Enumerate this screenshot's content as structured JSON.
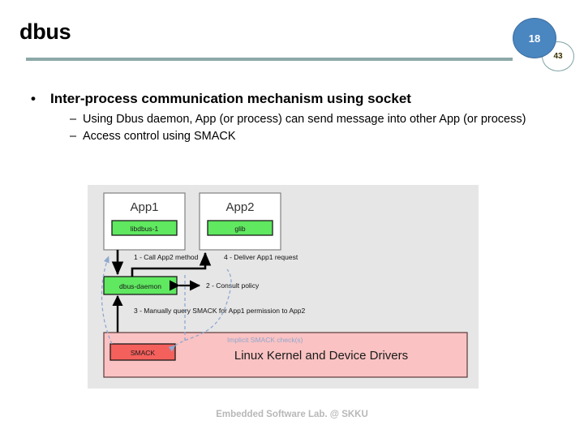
{
  "slide": {
    "title": "dbus",
    "page_badge_primary": "18",
    "page_badge_secondary": "43",
    "accent_rule_color": "#8CA8A8",
    "badge_color": "#4A86C0"
  },
  "content": {
    "bullet1": {
      "marker": "•",
      "text": "Inter-process communication mechanism using socket"
    },
    "sub_bullets": [
      {
        "marker": "–",
        "text": "Using Dbus daemon, App (or process) can send message into other App (or process)"
      },
      {
        "marker": "–",
        "text": "Access control using SMACK"
      }
    ]
  },
  "diagram": {
    "background": "#E6E6E6",
    "app1": {
      "title": "App1",
      "library": "libdbus-1"
    },
    "app2": {
      "title": "App2",
      "library": "glib"
    },
    "daemon": {
      "label": "dbus-daemon"
    },
    "kernel": {
      "label": "Linux Kernel and Device Drivers",
      "module": "SMACK"
    },
    "steps": [
      {
        "id": "1",
        "label": "1 - Call App2 method"
      },
      {
        "id": "4",
        "label": "4 - Deliver App1 request"
      },
      {
        "id": "2",
        "label": "2 - Consult policy"
      },
      {
        "id": "3",
        "label": "3 - Manually query SMACK for App1 permission to App2"
      }
    ],
    "annotation": "Implicit SMACK check(s)",
    "colors": {
      "library_box": "#5FE860",
      "daemon_box": "#5FE860",
      "kernel_band": "#FAC2C2",
      "smack_box": "#F4605C",
      "implicit_check": "#8FA8CF"
    }
  },
  "footer": {
    "text": "Embedded Software Lab. @ SKKU"
  }
}
